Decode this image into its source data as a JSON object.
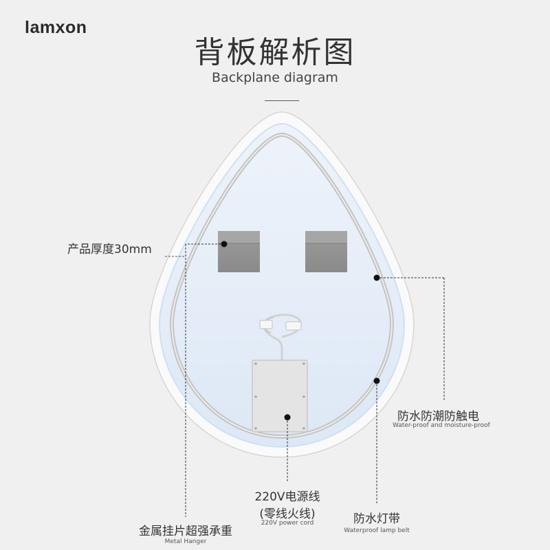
{
  "brand": {
    "logo_text": "lamxon"
  },
  "header": {
    "title": "背板解析图",
    "subtitle": "Backplane diagram"
  },
  "callouts": {
    "thickness": {
      "cn": "产品厚度30mm"
    },
    "waterproof": {
      "cn": "防水防潮防触电",
      "en": "Water-proof and moisture-proof"
    },
    "power_cord": {
      "cn_line1": "220V电源线",
      "cn_line2": "(零线火线)",
      "en": "220V power cord"
    },
    "lamp_belt": {
      "cn": "防水灯带",
      "en": "Waterproof lamp belt"
    },
    "hanger": {
      "cn": "金属挂片超强承重",
      "en": "Metal Hanger"
    }
  }
}
